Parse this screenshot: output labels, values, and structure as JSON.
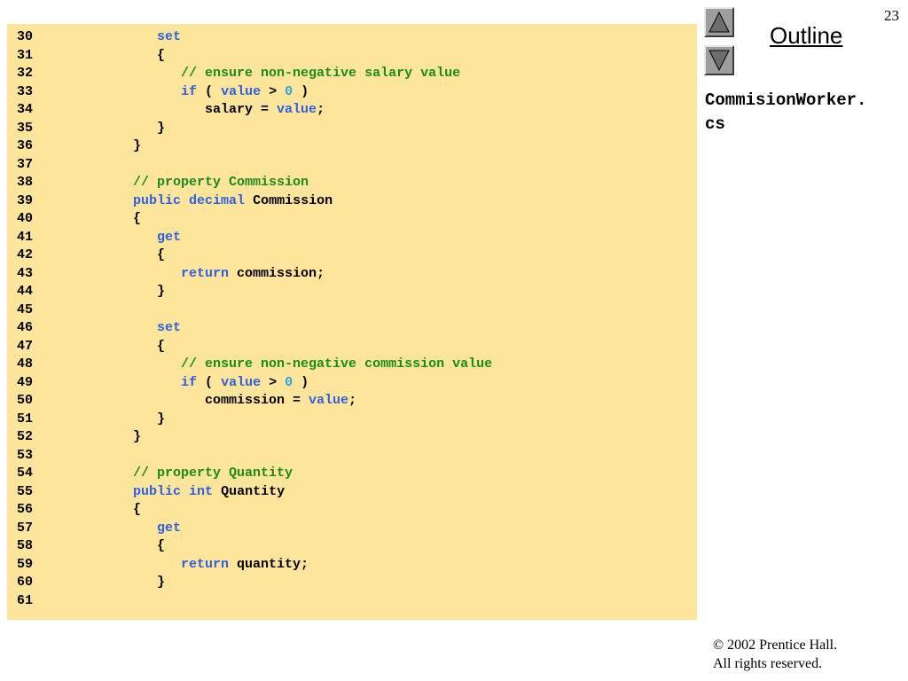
{
  "slide": {
    "page_number": "23",
    "outline_label": "Outline",
    "filename_line1": "CommisionWorker.",
    "filename_line2": "cs",
    "footer_copyright": "© 2002 Prentice Hall.",
    "footer_rights": "All rights reserved."
  },
  "icons": {
    "up": "triangle-up-icon",
    "down": "triangle-down-icon"
  },
  "colors": {
    "code_background": "#fde59b",
    "keyword": "#2f5fe0",
    "comment": "#1b8a1b",
    "number": "#2aa4e0"
  },
  "code": {
    "lines": [
      {
        "n": "30",
        "t": [
          [
            "            ",
            ""
          ],
          [
            "set",
            "kw"
          ]
        ]
      },
      {
        "n": "31",
        "t": [
          [
            "            {",
            ""
          ]
        ]
      },
      {
        "n": "32",
        "t": [
          [
            "               ",
            ""
          ],
          [
            "// ensure non-negative salary value",
            "cm"
          ]
        ]
      },
      {
        "n": "33",
        "t": [
          [
            "               ",
            ""
          ],
          [
            "if",
            "kw"
          ],
          [
            " ( ",
            ""
          ],
          [
            "value",
            "kw"
          ],
          [
            " > ",
            ""
          ],
          [
            "0",
            "num"
          ],
          [
            " )",
            ""
          ]
        ]
      },
      {
        "n": "34",
        "t": [
          [
            "                  salary = ",
            ""
          ],
          [
            "value",
            "kw"
          ],
          [
            ";",
            ""
          ]
        ]
      },
      {
        "n": "35",
        "t": [
          [
            "            }",
            ""
          ]
        ]
      },
      {
        "n": "36",
        "t": [
          [
            "         }",
            ""
          ]
        ]
      },
      {
        "n": "37",
        "t": []
      },
      {
        "n": "38",
        "t": [
          [
            "         ",
            ""
          ],
          [
            "// property Commission",
            "cm"
          ]
        ]
      },
      {
        "n": "39",
        "t": [
          [
            "         ",
            ""
          ],
          [
            "public",
            "kw"
          ],
          [
            " ",
            ""
          ],
          [
            "decimal",
            "kw"
          ],
          [
            " Commission",
            ""
          ]
        ]
      },
      {
        "n": "40",
        "t": [
          [
            "         {",
            ""
          ]
        ]
      },
      {
        "n": "41",
        "t": [
          [
            "            ",
            ""
          ],
          [
            "get",
            "kw"
          ]
        ]
      },
      {
        "n": "42",
        "t": [
          [
            "            {",
            ""
          ]
        ]
      },
      {
        "n": "43",
        "t": [
          [
            "               ",
            ""
          ],
          [
            "return",
            "kw"
          ],
          [
            " commission;",
            ""
          ]
        ]
      },
      {
        "n": "44",
        "t": [
          [
            "            }",
            ""
          ]
        ]
      },
      {
        "n": "45",
        "t": []
      },
      {
        "n": "46",
        "t": [
          [
            "            ",
            ""
          ],
          [
            "set",
            "kw"
          ]
        ]
      },
      {
        "n": "47",
        "t": [
          [
            "            {",
            ""
          ]
        ]
      },
      {
        "n": "48",
        "t": [
          [
            "               ",
            ""
          ],
          [
            "// ensure non-negative commission value",
            "cm"
          ]
        ]
      },
      {
        "n": "49",
        "t": [
          [
            "               ",
            ""
          ],
          [
            "if",
            "kw"
          ],
          [
            " ( ",
            ""
          ],
          [
            "value",
            "kw"
          ],
          [
            " > ",
            ""
          ],
          [
            "0",
            "num"
          ],
          [
            " )",
            ""
          ]
        ]
      },
      {
        "n": "50",
        "t": [
          [
            "                  commission = ",
            ""
          ],
          [
            "value",
            "kw"
          ],
          [
            ";",
            ""
          ]
        ]
      },
      {
        "n": "51",
        "t": [
          [
            "            }",
            ""
          ]
        ]
      },
      {
        "n": "52",
        "t": [
          [
            "         }",
            ""
          ]
        ]
      },
      {
        "n": "53",
        "t": []
      },
      {
        "n": "54",
        "t": [
          [
            "         ",
            ""
          ],
          [
            "// property Quantity",
            "cm"
          ]
        ]
      },
      {
        "n": "55",
        "t": [
          [
            "         ",
            ""
          ],
          [
            "public",
            "kw"
          ],
          [
            " ",
            ""
          ],
          [
            "int",
            "kw"
          ],
          [
            " Quantity",
            ""
          ]
        ]
      },
      {
        "n": "56",
        "t": [
          [
            "         {",
            ""
          ]
        ]
      },
      {
        "n": "57",
        "t": [
          [
            "            ",
            ""
          ],
          [
            "get",
            "kw"
          ]
        ]
      },
      {
        "n": "58",
        "t": [
          [
            "            {",
            ""
          ]
        ]
      },
      {
        "n": "59",
        "t": [
          [
            "               ",
            ""
          ],
          [
            "return",
            "kw"
          ],
          [
            " quantity;",
            ""
          ]
        ]
      },
      {
        "n": "60",
        "t": [
          [
            "            }",
            ""
          ]
        ]
      },
      {
        "n": "61",
        "t": []
      }
    ]
  }
}
